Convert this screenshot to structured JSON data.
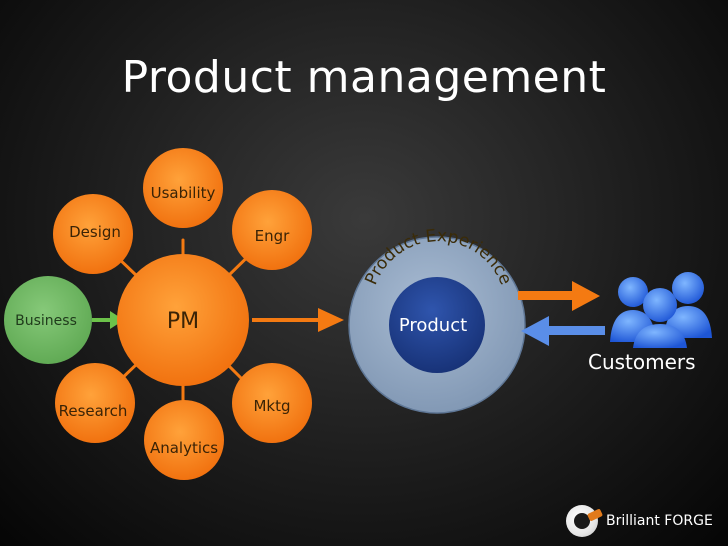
{
  "slide": {
    "title": "Product management"
  },
  "diagram": {
    "center_label": "PM",
    "nodes": [
      {
        "id": "usability",
        "label": "Usability"
      },
      {
        "id": "engr",
        "label": "Engr"
      },
      {
        "id": "mktg",
        "label": "Mktg"
      },
      {
        "id": "analytics",
        "label": "Analytics"
      },
      {
        "id": "research",
        "label": "Research"
      },
      {
        "id": "design",
        "label": "Design"
      }
    ],
    "business_label": "Business",
    "product_label": "Product",
    "experience_label": "Product Experience",
    "customers_label": "Customers"
  },
  "brand": {
    "name": "Brilliant FORGE"
  },
  "colors": {
    "orange": "#f47a12",
    "orange_light": "#ff9a2e",
    "green": "#6db65f",
    "green_arrow": "#6cc24a",
    "steel": "#8ea4bf",
    "navy": "#1e3d8a",
    "blue_arrow": "#5a8ee8",
    "white": "#ffffff"
  }
}
